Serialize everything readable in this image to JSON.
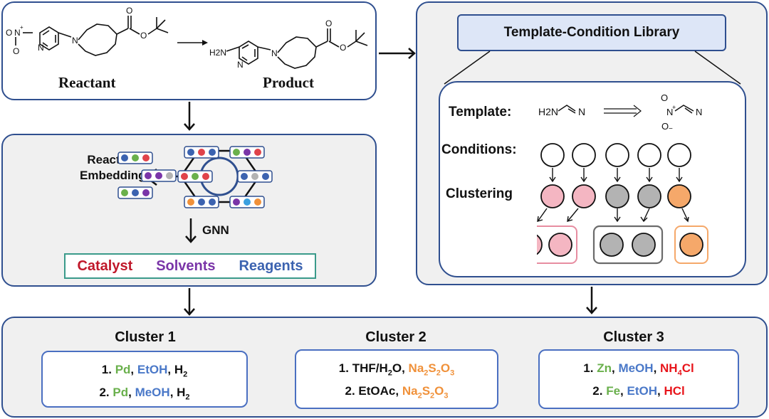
{
  "reaction": {
    "reactant_label": "Reactant",
    "product_label": "Product",
    "product_amine": "H2N",
    "nitro_n": "N",
    "nitro_plus": "+",
    "nitro_o_top": "O",
    "nitro_o_minus": "O",
    "minus": "−",
    "ring_n": "N",
    "diazepane_n": "N",
    "carbonyl_o": "O",
    "ester_o": "O"
  },
  "embedding": {
    "title_line1": "Reaction",
    "title_line2": "Embedding",
    "gnn_label": "GNN",
    "outputs": {
      "catalyst": "Catalyst",
      "solvents": "Solvents",
      "reagents": "Reagents"
    }
  },
  "library": {
    "title": "Template-Condition Library",
    "template_label": "Template:",
    "conditions_label": "Conditions:",
    "clustering_label": "Clustering",
    "template_lhs": "H2N",
    "template_lhs_n": "N",
    "template_rhs_o_top": "O",
    "template_rhs_n": "N",
    "template_rhs_plus": "+",
    "template_rhs_o_bot": "O",
    "template_rhs_minus": "−",
    "template_rhs_n2": "N"
  },
  "clusters": [
    {
      "title": "Cluster 1",
      "lines": [
        {
          "num": "1.",
          "items": [
            {
              "t": "Pd",
              "c": "green"
            },
            {
              "t": "EtOH",
              "c": "blue"
            },
            {
              "t": "H2",
              "c": "dark"
            }
          ]
        },
        {
          "num": "2.",
          "items": [
            {
              "t": "Pd",
              "c": "green"
            },
            {
              "t": "MeOH",
              "c": "blue"
            },
            {
              "t": "H2",
              "c": "dark"
            }
          ]
        }
      ]
    },
    {
      "title": "Cluster 2",
      "lines": [
        {
          "num": "1.",
          "items": [
            {
              "t": "THF/H2O",
              "c": "dark"
            },
            {
              "t": "Na2S2O3",
              "c": "orange"
            }
          ]
        },
        {
          "num": "2.",
          "items": [
            {
              "t": "EtOAc",
              "c": "dark"
            },
            {
              "t": "Na2S2O3",
              "c": "orange"
            }
          ]
        }
      ]
    },
    {
      "title": "Cluster 3",
      "lines": [
        {
          "num": "1.",
          "items": [
            {
              "t": "Zn",
              "c": "green"
            },
            {
              "t": "MeOH",
              "c": "blue"
            },
            {
              "t": "NH4Cl",
              "c": "red"
            }
          ]
        },
        {
          "num": "2.",
          "items": [
            {
              "t": "Fe",
              "c": "green"
            },
            {
              "t": "EtOH",
              "c": "blue"
            },
            {
              "t": "HCl",
              "c": "red"
            }
          ]
        }
      ]
    }
  ],
  "colors": {
    "panel_border": "#2f4f8f",
    "panel_fill": "#f0f0f0",
    "library_header_fill": "#dde6f7",
    "pink": "#f4b6c2",
    "gray": "#b3b3b3",
    "orange": "#f5a86a",
    "catalyst": "#c0182a",
    "solvents": "#7a35a8",
    "reagents": "#3c63b0",
    "teal_border": "#3a9a8a"
  }
}
